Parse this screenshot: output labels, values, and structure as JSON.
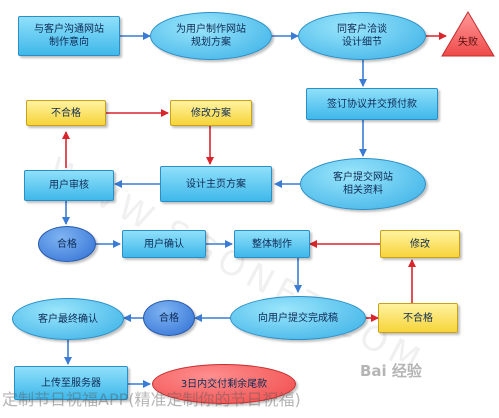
{
  "nodes": [
    {
      "id": "n1",
      "text": "与客户沟通网站\n制作意向",
      "style": "rect"
    },
    {
      "id": "n2",
      "text": "为用户制作网站\n规划方案",
      "style": "ellipse"
    },
    {
      "id": "n3",
      "text": "同客户洽谈\n设计细节",
      "style": "ellipse"
    },
    {
      "id": "n4",
      "text": "失败",
      "style": "triangle"
    },
    {
      "id": "n5",
      "text": "签订协议并交预付款",
      "style": "rect"
    },
    {
      "id": "n6",
      "text": "不合格",
      "style": "yellow"
    },
    {
      "id": "n7",
      "text": "修改方案",
      "style": "yellow"
    },
    {
      "id": "n8",
      "text": "用户审核",
      "style": "rect"
    },
    {
      "id": "n9",
      "text": "设计主页方案",
      "style": "rect"
    },
    {
      "id": "n10",
      "text": "客户提交网站\n相关资料",
      "style": "ellipse"
    },
    {
      "id": "n11",
      "text": "合格",
      "style": "ellipse-dark"
    },
    {
      "id": "n12",
      "text": "用户确认",
      "style": "rect"
    },
    {
      "id": "n13",
      "text": "整体制作",
      "style": "rect"
    },
    {
      "id": "n14",
      "text": "修改",
      "style": "yellow"
    },
    {
      "id": "n15",
      "text": "客户最终确认",
      "style": "ellipse"
    },
    {
      "id": "n16",
      "text": "合格",
      "style": "ellipse-dark"
    },
    {
      "id": "n17",
      "text": "向用户提交完成稿",
      "style": "ellipse"
    },
    {
      "id": "n18",
      "text": "不合格",
      "style": "yellow"
    },
    {
      "id": "n19",
      "text": "上传至服务器",
      "style": "rect"
    },
    {
      "id": "n20",
      "text": "3日内交付剩余尾款",
      "style": "red-ellipse"
    }
  ],
  "watermark_text": "定制节日祝福APP(精准定制你的节日祝福)",
  "baidu_text": "Bai 经验",
  "diag_text": "WWW.SGONET.COM",
  "colors": {
    "blue_arrow": "#3a7bd5",
    "red_arrow": "#d9252b"
  }
}
